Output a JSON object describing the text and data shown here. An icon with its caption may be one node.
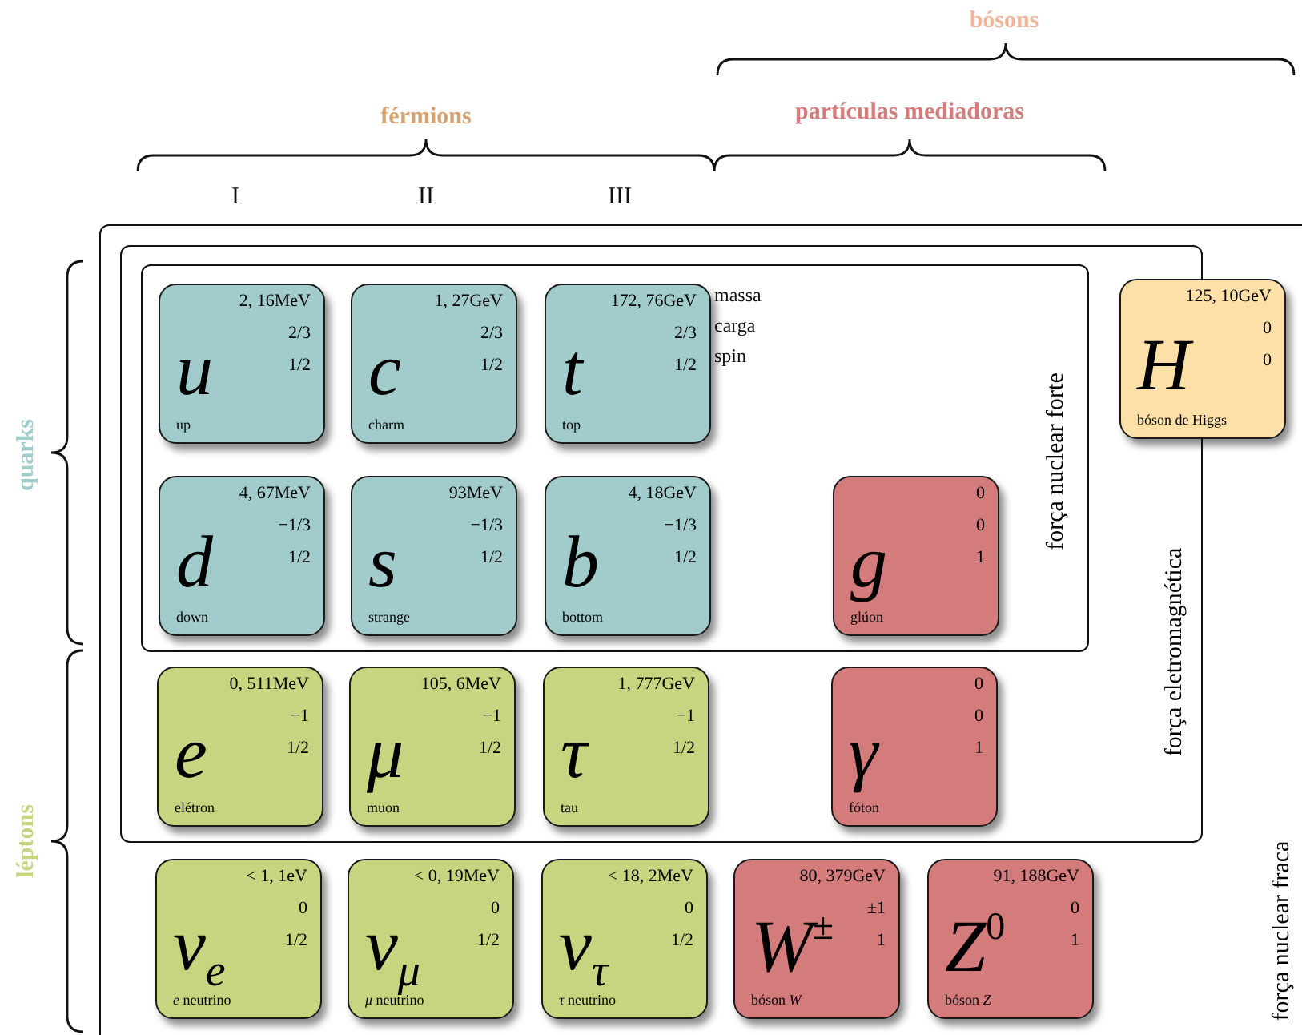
{
  "diagram": {
    "nodes": [
      {
        "text": [
          "força nuclear fraca"
        ]
      },
      {
        "text": [
          "força eletromagnética"
        ],
        "in": 0
      },
      {
        "text": [
          "força nuclear forte"
        ],
        "in": 1
      },
      {
        "text": [
          "u",
          "2, 16MeV",
          "2/3",
          "1/2",
          "up"
        ],
        "in": 2
      },
      {
        "text": [
          "c",
          "1, 27GeV",
          "2/3",
          "1/2",
          "charm"
        ],
        "in": 2
      },
      {
        "text": [
          "t",
          "172, 76GeV",
          "2/3",
          "1/2",
          "top"
        ],
        "in": 2
      },
      {
        "text": [
          "H",
          "125, 10GeV",
          "0",
          "0",
          "bóson de Higgs"
        ],
        "in": 0
      },
      {
        "text": [
          "d",
          "4, 67MeV",
          "−1/3",
          "1/2",
          "down"
        ],
        "in": 2
      },
      {
        "text": [
          "s",
          "93MeV",
          "−1/3",
          "1/2",
          "strange"
        ],
        "in": 2
      },
      {
        "text": [
          "b",
          "4, 18GeV",
          "−1/3",
          "1/2",
          "bottom"
        ],
        "in": 2
      },
      {
        "text": [
          "g",
          "0",
          "0",
          "1",
          "glúon"
        ],
        "in": 2
      },
      {
        "text": [
          "e",
          "0, 511MeV",
          "−1",
          "1/2",
          "elétron"
        ],
        "in": 1
      },
      {
        "text": [
          "μ",
          "105, 6MeV",
          "−1",
          "1/2",
          "muon"
        ],
        "in": 1
      },
      {
        "text": [
          "τ",
          "1, 777GeV",
          "−1",
          "1/2",
          "tau"
        ],
        "in": 1
      },
      {
        "text": [
          "γ",
          "0",
          "0",
          "1",
          "fóton"
        ],
        "in": 1
      },
      {
        "text": [
          "ν$_{e}$",
          "< 1, 1eV",
          "0",
          "1/2",
          "*e* neutrino"
        ],
        "in": 0
      },
      {
        "text": [
          "ν$_{μ}$",
          "< 0, 19MeV",
          "0",
          "1/2",
          "*μ* neutrino"
        ],
        "in": 0
      },
      {
        "text": [
          "ν$_{τ}$",
          "< 18, 2MeV",
          "0",
          "1/2",
          "*τ* neutrino"
        ],
        "in": 0
      },
      {
        "text": [
          "W$^{±}$",
          "80, 379GeV",
          "±1",
          "1",
          "bóson *W*"
        ],
        "in": 0
      },
      {
        "text": [
          "Z$^{0}$",
          "91, 188GeV",
          "0",
          "1",
          "bóson *Z*"
        ],
        "in": 0
      }
    ],
    "edges": [],
    "labels": [
      "bósons",
      "férmions",
      "partículas mediadoras",
      "I",
      "II",
      "III",
      "massa",
      "carga",
      "spin",
      "quarks",
      "léptons"
    ]
  }
}
